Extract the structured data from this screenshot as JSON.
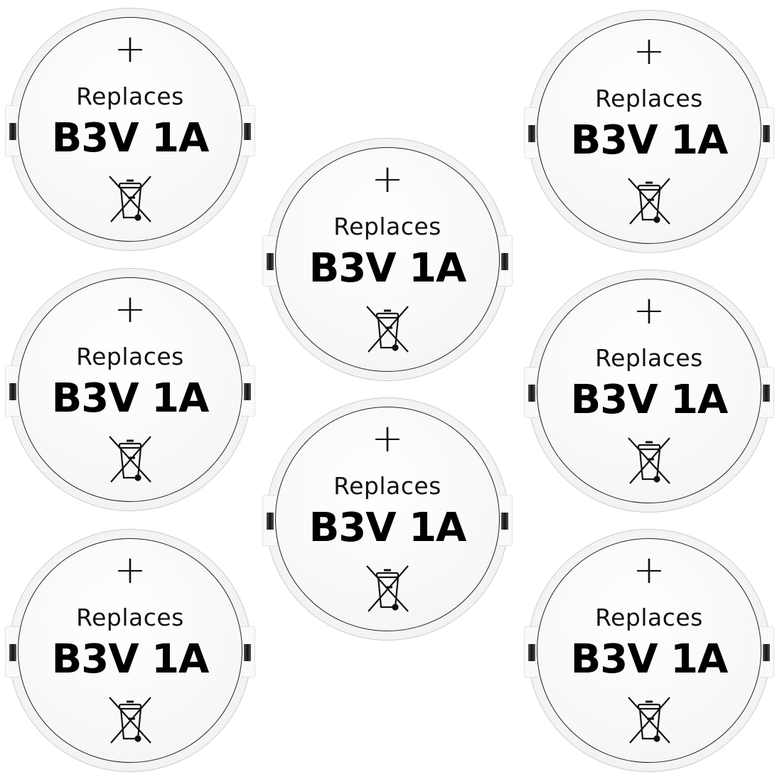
{
  "image": {
    "description": "Eight coin cell batteries arranged in three columns on white background",
    "background_color": "#ffffff",
    "battery_count": 8
  },
  "battery_label": {
    "polarity_symbol": "+",
    "line1": "Replaces",
    "line2": "B3V 1A",
    "icon": "crossed-out-wheelie-bin-icon"
  },
  "batteries": [
    {
      "id": "left-top",
      "plus": "+",
      "line1": "Replaces",
      "line2": "B3V 1A"
    },
    {
      "id": "left-middle",
      "plus": "+",
      "line1": "Replaces",
      "line2": "B3V 1A"
    },
    {
      "id": "left-bottom",
      "plus": "+",
      "line1": "Replaces",
      "line2": "B3V 1A"
    },
    {
      "id": "center-top",
      "plus": "+",
      "line1": "Replaces",
      "line2": "B3V 1A"
    },
    {
      "id": "center-bottom",
      "plus": "+",
      "line1": "Replaces",
      "line2": "B3V 1A"
    },
    {
      "id": "right-top",
      "plus": "+",
      "line1": "Replaces",
      "line2": "B3V 1A"
    },
    {
      "id": "right-middle",
      "plus": "+",
      "line1": "Replaces",
      "line2": "B3V 1A"
    },
    {
      "id": "right-bottom",
      "plus": "+",
      "line1": "Replaces",
      "line2": "B3V 1A"
    }
  ],
  "colors": {
    "rim": "#c0c0c0",
    "face": "#f8f8f8",
    "text": "#000000"
  }
}
